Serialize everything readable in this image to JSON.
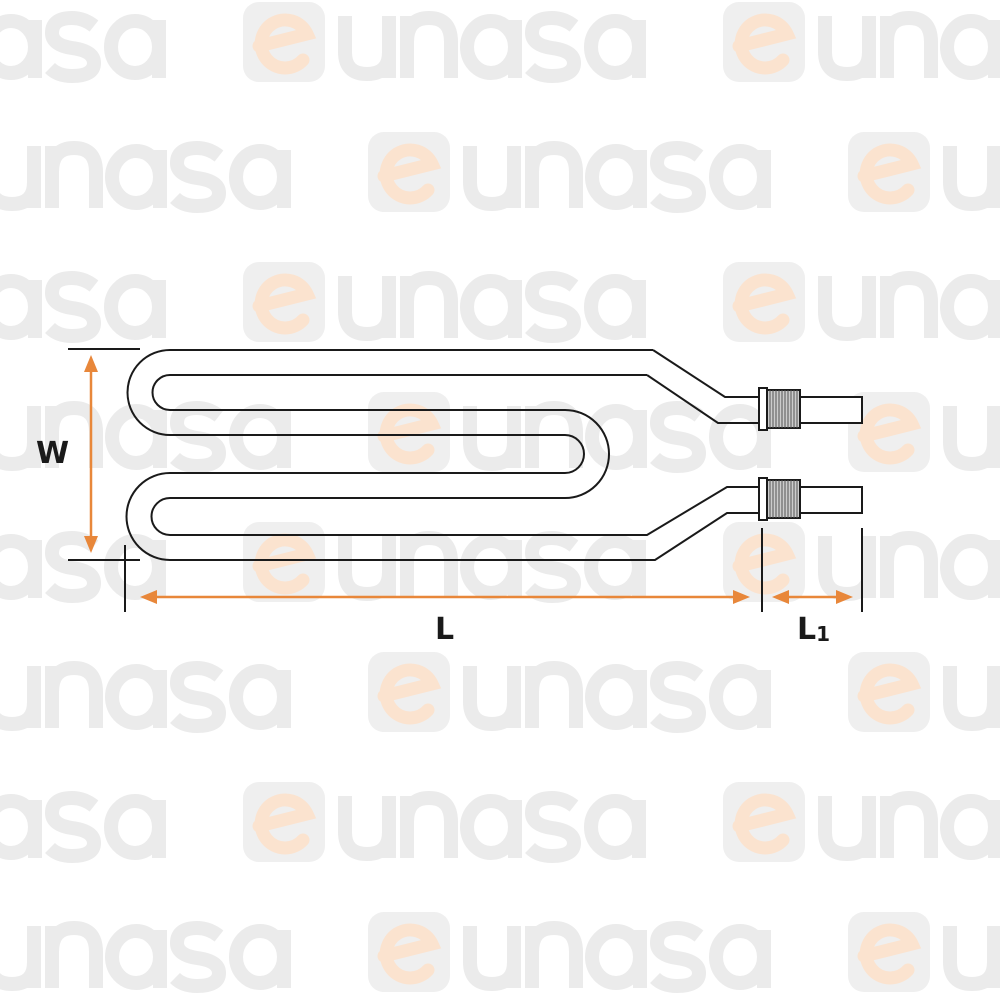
{
  "watermark": {
    "text": "unasa",
    "logo_letter": "e"
  },
  "labels": {
    "width": "W",
    "length": "L",
    "length1_main": "L",
    "length1_sub": "1"
  },
  "colors": {
    "dimension": "#e8873a",
    "line": "#1a1a1a",
    "watermark_gray": "#ebebeb",
    "watermark_orange": "#fbe3cf"
  }
}
